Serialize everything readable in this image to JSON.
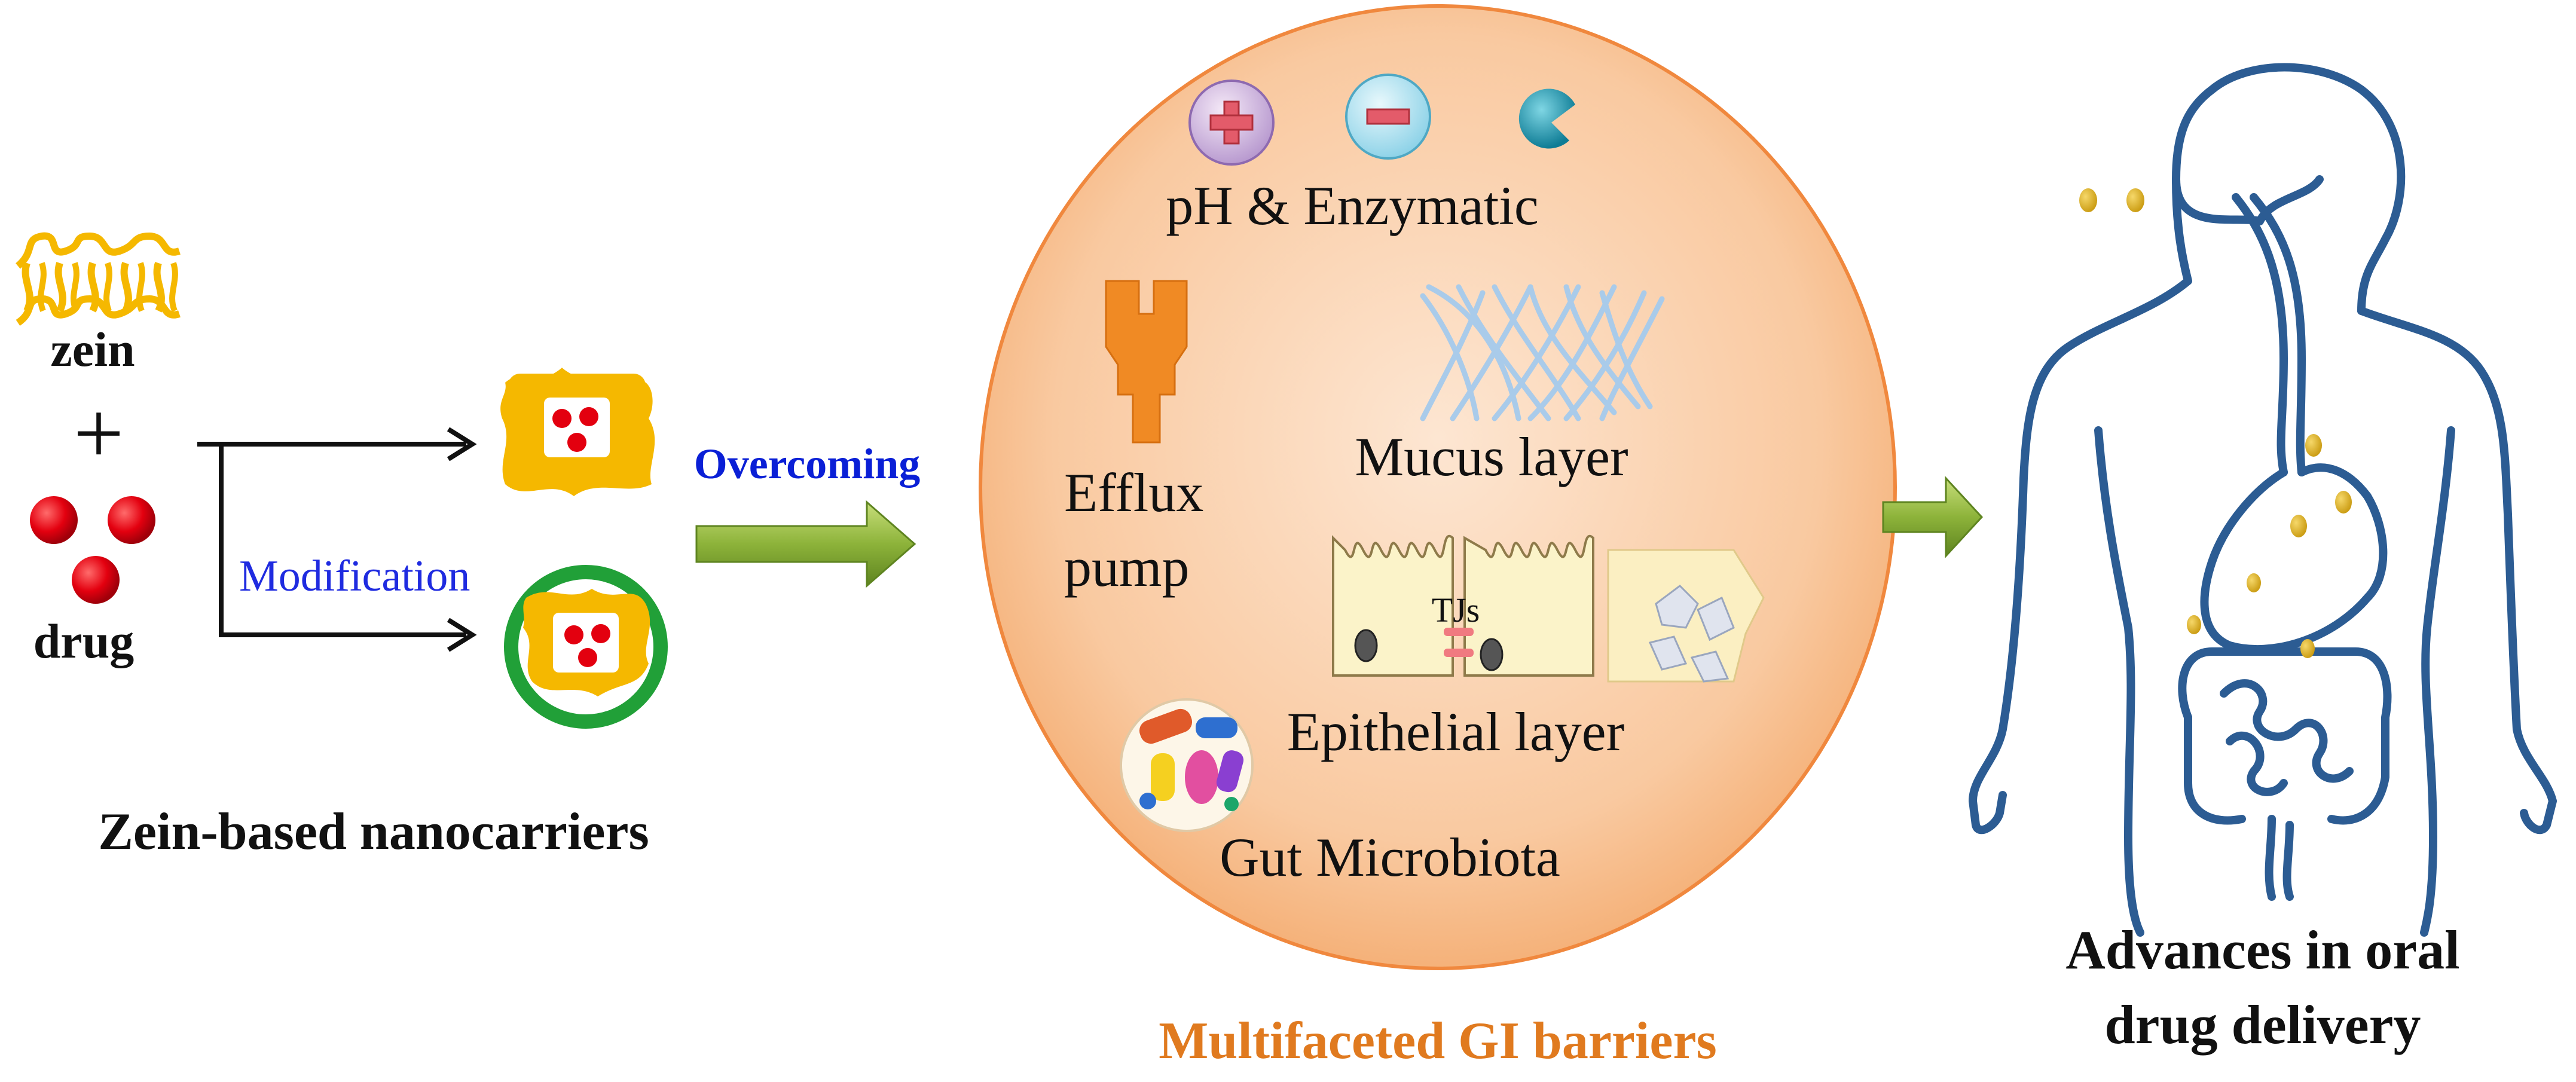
{
  "left": {
    "zein_label": "zein",
    "plus_sign": "+",
    "drug_label": "drug",
    "modification_label": "Modification",
    "caption": "Zein-based nanocarriers"
  },
  "middle": {
    "overcoming_label": "Overcoming",
    "ph_label": "pH & Enzymatic",
    "efflux_line1": "Efflux",
    "efflux_line2": "pump",
    "mucus_label": "Mucus layer",
    "tjs_label": "TJs",
    "epithelial_label": "Epithelial layer",
    "microbiota_label": "Gut Microbiota",
    "caption": "Multifaceted GI barriers"
  },
  "right": {
    "caption_line1": "Advances in oral",
    "caption_line2": "drug delivery"
  },
  "colors": {
    "zein": "#F5B800",
    "drug": "#E3000F",
    "shell": "#21A038",
    "overcoming": "#0A1FD6",
    "modification": "#1F2BE0",
    "barrier_fill": "#F9C9A0",
    "barrier_stroke": "#F0883E",
    "gi_caption": "#E07A1F",
    "body_outline": "#2C5C93",
    "arrow_green": "#8DB33A",
    "mucus": "#A9CBEA",
    "efflux": "#F08A24"
  }
}
